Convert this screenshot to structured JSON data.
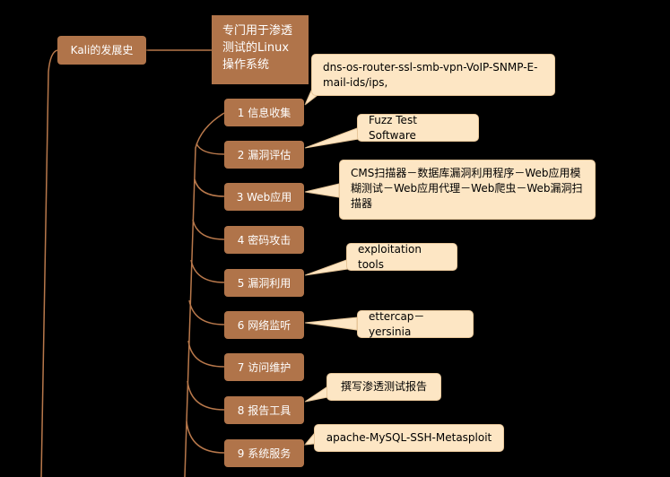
{
  "left_topic": {
    "label": "Kali的发展史"
  },
  "main_topic": {
    "label": "专门用于渗透测试的Linux操作系统"
  },
  "categories": [
    {
      "label": "1 信息收集"
    },
    {
      "label": "2 漏洞评估"
    },
    {
      "label": "3 Web应用"
    },
    {
      "label": "4 密码攻击"
    },
    {
      "label": "5 漏洞利用"
    },
    {
      "label": "6 网络监听"
    },
    {
      "label": "7 访问维护"
    },
    {
      "label": "8 报告工具"
    },
    {
      "label": "9 系统服务"
    }
  ],
  "notes": [
    {
      "text": "dns-os-router-ssl-smb-vpn-VoIP-SNMP-E-mail-ids/ips,"
    },
    {
      "text": "Fuzz Test Software"
    },
    {
      "text": "CMS扫描器－数据库漏洞利用程序－Web应用模糊测试－Web应用代理－Web爬虫－Web漏洞扫描器"
    },
    {
      "text": "exploitation tools"
    },
    {
      "text": "ettercap－yersinia"
    },
    {
      "text": "撰写渗透测试报告"
    },
    {
      "text": "apache-MySQL-SSH-Metasploit"
    }
  ],
  "colors": {
    "background": "#000000",
    "node_fill": "#b0744a",
    "node_text": "#ffffff",
    "callout_fill": "#fde6c4",
    "connector": "#b8784b"
  }
}
